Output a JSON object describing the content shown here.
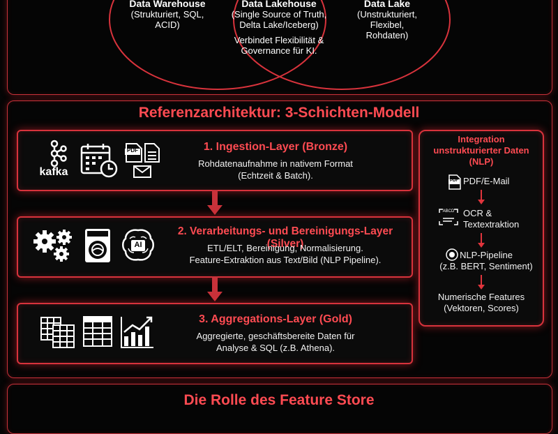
{
  "venn": {
    "warehouse": {
      "title": "Data Warehouse",
      "desc": "(Strukturiert, SQL,\nACID)"
    },
    "lakehouse": {
      "title": "Data Lakehouse",
      "desc": "(Single Source of Truth,\nDelta Lake/Iceberg)",
      "note": "Verbindet Flexibilität &\nGovernance für KI."
    },
    "lake": {
      "title": "Data Lake",
      "desc": "(Unstrukturiert,\nFlexibel,\nRohdaten)"
    }
  },
  "architecture": {
    "title": "Referenzarchitektur: 3-Schichten-Modell",
    "layers": [
      {
        "title": "1. Ingestion-Layer (Bronze)",
        "desc": "Rohdatenaufnahme in nativem Format\n(Echtzeit & Batch).",
        "kafka_label": "kafka",
        "pdf_label": "PDF"
      },
      {
        "title": "2. Verarbeitungs- und Bereinigungs-Layer (Silver)",
        "desc": "ETL/ELT, Bereinigung, Normalisierung.\nFeature-Extraktion aus Text/Bild (NLP Pipeline).",
        "ai_label": "AI"
      },
      {
        "title": "3. Aggregations-Layer (Gold)",
        "desc": "Aggregierte, geschäftsbereite Daten für\nAnalyse & SQL (z.B. Athena)."
      }
    ],
    "nlp": {
      "title": "Integration\nunstrukturierter Daten\n(NLP)",
      "steps": [
        {
          "label": "PDF/E-Mail",
          "icon": "pdf-icon",
          "icon_text": "PDF"
        },
        {
          "label": "OCR &\nTextextraktion",
          "icon": "ocr-icon",
          "icon_text": "ABCD"
        },
        {
          "label": "NLP-Pipeline\n(z.B. BERT, Sentiment)",
          "icon": "brain-icon"
        },
        {
          "label": "Numerische Features\n(Vektoren, Scores)",
          "icon": ""
        }
      ]
    }
  },
  "feature_store": {
    "title": "Die Rolle des Feature Store"
  },
  "colors": {
    "accent": "#ff4b52",
    "border": "#d8333c",
    "background": "#050505"
  }
}
